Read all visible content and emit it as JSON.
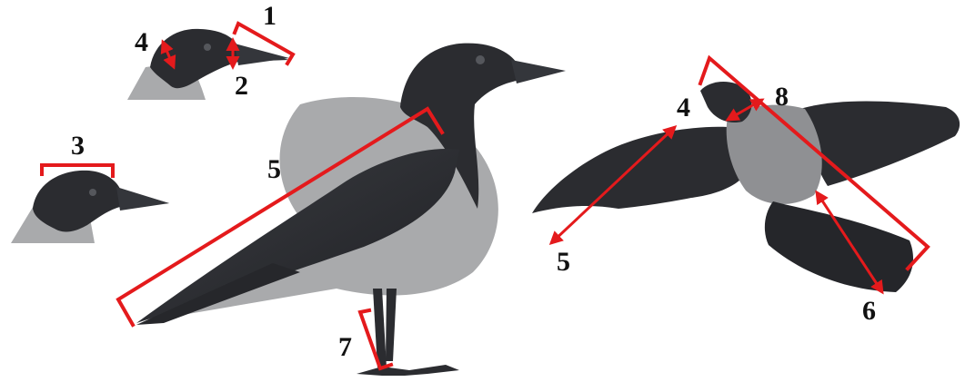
{
  "colors": {
    "measurement": "#e41a1c",
    "plumage_dark": "#2b2c30",
    "plumage_grey": "#a9aaac",
    "label": "#111111"
  },
  "labels": {
    "bill_length": "1",
    "bill_depth": "2",
    "head_width": "3",
    "head_depth": "4",
    "wing_length": "5",
    "tail_length": "6",
    "tarsus_length": "7",
    "wingspan_head_neck": "8"
  },
  "flight_labels": {
    "head_depth": "4",
    "wing_length": "5",
    "tail_length": "6",
    "head_neck": "8"
  },
  "figures": [
    {
      "name": "head-detail-profile"
    },
    {
      "name": "head-detail-crown"
    },
    {
      "name": "standing-crow"
    },
    {
      "name": "flying-crow"
    }
  ]
}
